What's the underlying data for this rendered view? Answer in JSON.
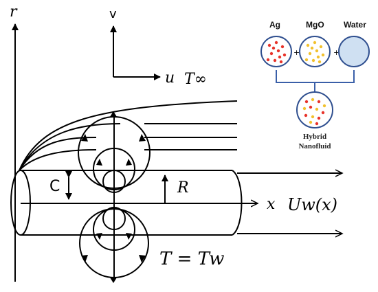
{
  "labels": {
    "r_axis": "r",
    "v_axis": "v",
    "u_axis": "u",
    "t_inf": "T∞",
    "x_axis": "x",
    "wall_velocity": "Uw(x)",
    "c_label": "C",
    "radius_label": "R",
    "wall_temp": "T = Tw"
  },
  "nanofluid": {
    "components": [
      "Ag",
      "MgO",
      "Water"
    ],
    "plus": "+",
    "result_line1": "Hybrid",
    "result_line2": "Nanofluid"
  },
  "colors": {
    "ag_particles": "#e8332a",
    "mgo_particles": "#f2c12e",
    "water_fill": "#cfe0f2",
    "circle_border": "#2f4f8f",
    "bracket": "#3a5fa8",
    "lines": "#000000"
  }
}
